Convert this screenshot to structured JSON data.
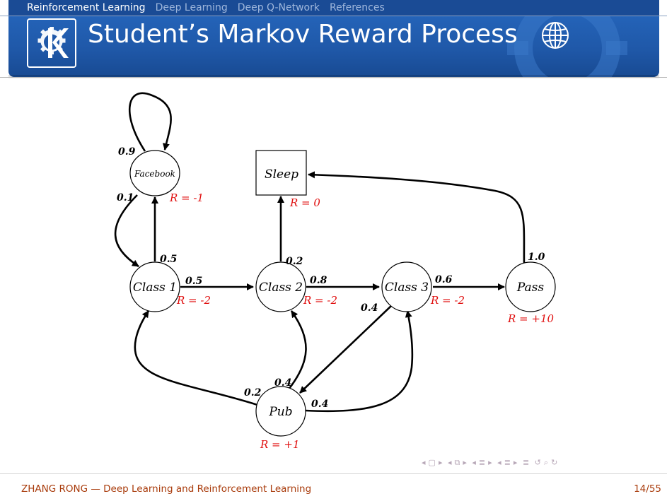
{
  "nav": {
    "items": [
      {
        "label": "Reinforcement Learning",
        "active": true
      },
      {
        "label": "Deep Learning",
        "active": false
      },
      {
        "label": "Deep Q-Network",
        "active": false
      },
      {
        "label": "References",
        "active": false
      }
    ]
  },
  "slide": {
    "title": "Student’s Markov Reward Process",
    "logo_icon": "kde-gear-logo-icon",
    "banner_icon": "globe-icon"
  },
  "diagram": {
    "states": {
      "facebook": "Facebook",
      "class1": "Class 1",
      "class2": "Class 2",
      "class3": "Class 3",
      "pass": "Pass",
      "pub": "Pub",
      "sleep": "Sleep"
    },
    "rewards": {
      "facebook": "R = -1",
      "sleep": "R = 0",
      "class1": "R = -2",
      "class2": "R = -2",
      "class3": "R = -2",
      "pass": "R = +10",
      "pub": "R = +1"
    },
    "transitions": {
      "facebook_facebook": "0.9",
      "facebook_class1": "0.1",
      "class1_facebook": "0.5",
      "class1_class2": "0.5",
      "class2_sleep": "0.2",
      "class2_class3": "0.8",
      "class3_pass": "0.6",
      "class3_pub": "0.4",
      "pass_sleep": "1.0",
      "pub_class1": "0.2",
      "pub_class2": "0.4",
      "pub_class3": "0.4"
    }
  },
  "footer": {
    "left": "ZHANG RONG — Deep Learning and Reinforcement Learning",
    "page": "14/55"
  },
  "colors": {
    "banner": "#1f58a8",
    "nav_bg": "#1a4b95",
    "reward": "#e01010",
    "footer_text": "#a83a0a"
  }
}
